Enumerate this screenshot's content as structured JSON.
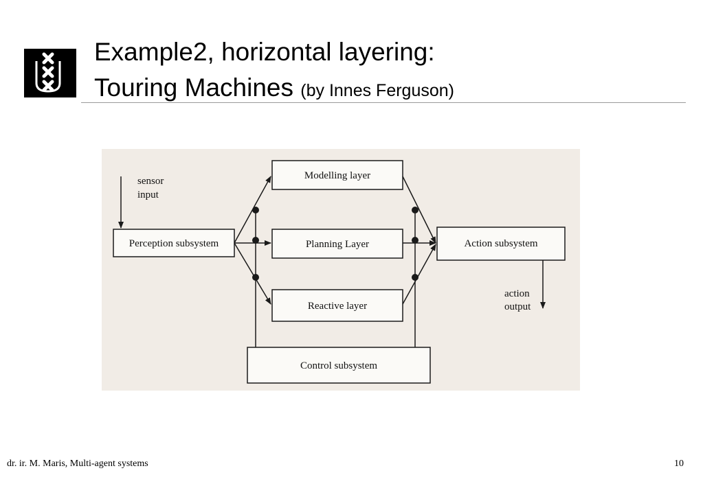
{
  "slide": {
    "title_line1": "Example2, horizontal layering:",
    "title_line2": "Touring Machines",
    "title_sub": "(by Innes Ferguson)",
    "footer_author": "dr. ir. M. Maris, Multi-agent systems",
    "page_number": "10"
  },
  "diagram": {
    "sensor_input_line1": "sensor",
    "sensor_input_line2": "input",
    "perception": "Perception subsystem",
    "modelling": "Modelling layer",
    "planning": "Planning Layer",
    "reactive": "Reactive layer",
    "action": "Action subsystem",
    "action_output_line1": "action",
    "action_output_line2": "output",
    "control": "Control subsystem"
  },
  "colors": {
    "figure_background": "#f1ece6",
    "ink": "#1a1a1a"
  }
}
